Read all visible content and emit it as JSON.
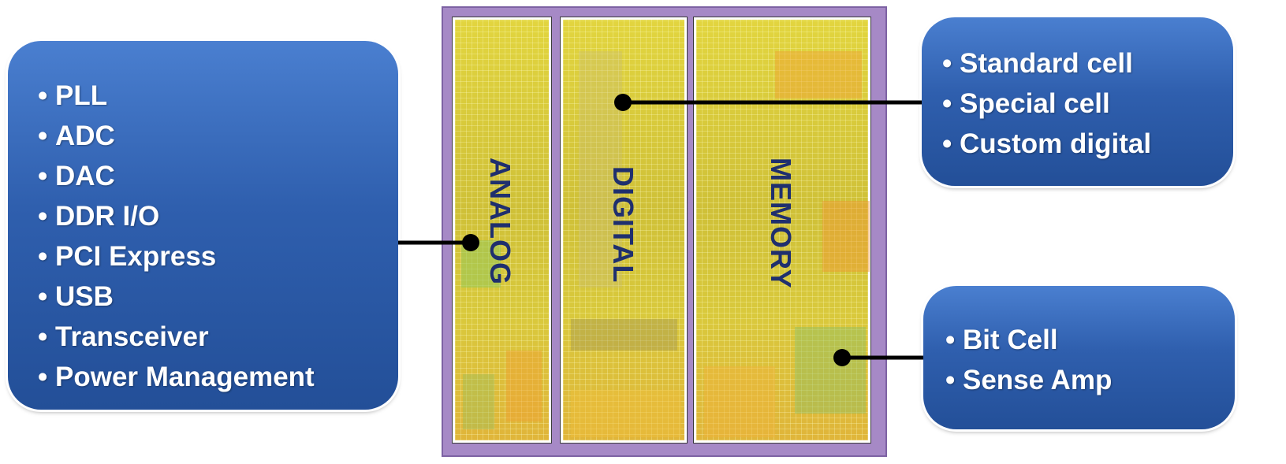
{
  "left_callout": {
    "items": [
      "PLL",
      "ADC",
      "DAC",
      "DDR I/O",
      "PCI Express",
      "USB",
      "Transceiver",
      "Power Management"
    ]
  },
  "top_right_callout": {
    "items": [
      "Standard cell",
      "Special cell",
      "Custom digital"
    ]
  },
  "bottom_right_callout": {
    "items": [
      "Bit Cell",
      "Sense Amp"
    ]
  },
  "die": {
    "blocks": [
      "ANALOG",
      "DIGITAL",
      "MEMORY"
    ]
  },
  "bullet_char": "•",
  "colors": {
    "callout_blue": "#2f5fae",
    "die_border": "#a689c6",
    "block_yellow": "#d4c83a",
    "label_navy": "#1f2f6e",
    "connector": "#000000"
  }
}
